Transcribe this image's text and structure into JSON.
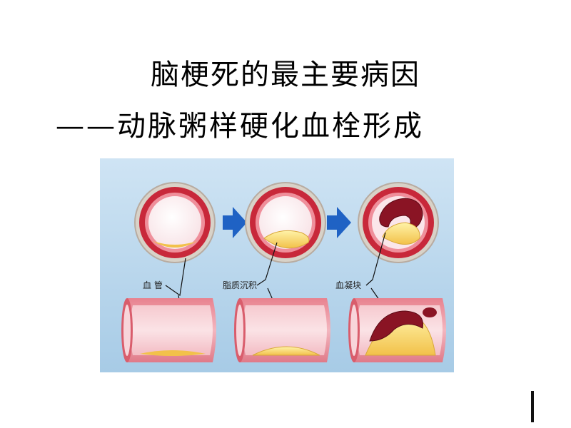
{
  "slide": {
    "title_line1": "脑梗死的最主要病因",
    "title_line2": "——动脉粥样硬化血栓形成"
  },
  "diagram": {
    "labels": {
      "vessel": "血 管",
      "lipid": "脂质沉积",
      "clot": "血凝块"
    }
  }
}
